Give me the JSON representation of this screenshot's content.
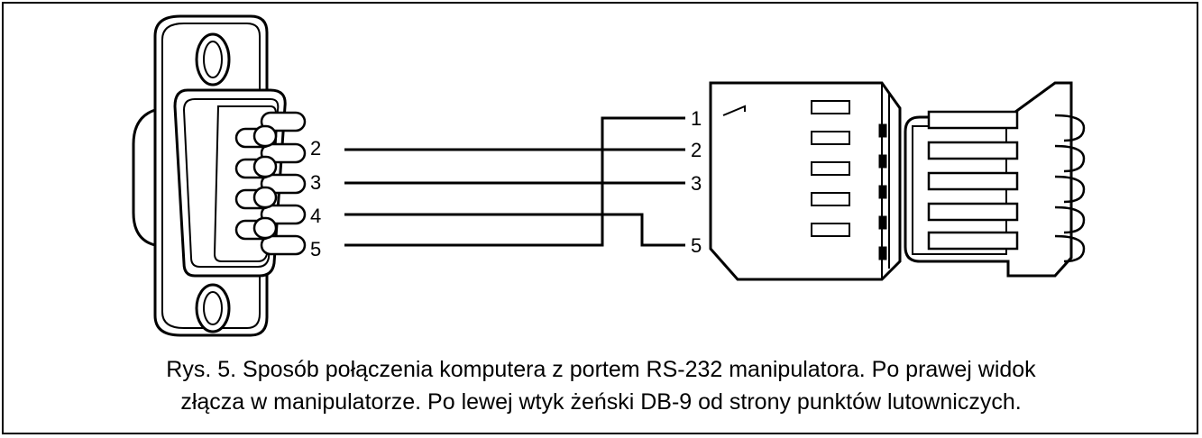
{
  "caption": {
    "line1": "Rys. 5. Sposób połączenia komputera z portem RS-232 manipulatora. Po prawej widok",
    "line2": "złącza w manipulatorze. Po lewej wtyk żeński DB-9 od strony punktów lutowniczych."
  },
  "db9_pins": {
    "p2": "2",
    "p3": "3",
    "p4": "4",
    "p5": "5"
  },
  "keypad_pins": {
    "p1": "1",
    "p2": "2",
    "p3": "3",
    "p5": "5"
  }
}
